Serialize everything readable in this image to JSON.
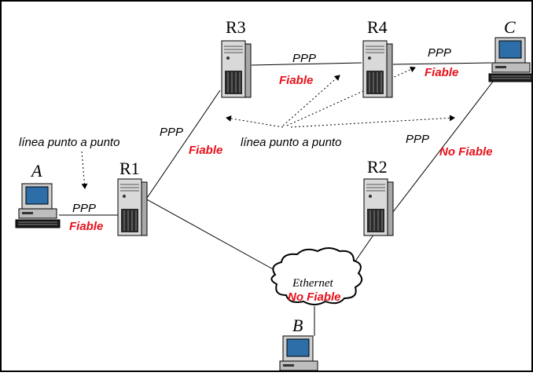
{
  "routers": {
    "r1": "R1",
    "r2": "R2",
    "r3": "R3",
    "r4": "R4"
  },
  "hosts": {
    "a": "A",
    "b": "B",
    "c": "C"
  },
  "links": {
    "a_r1": {
      "protocol": "PPP",
      "reliability": "Fiable"
    },
    "r1_r3": {
      "protocol": "PPP",
      "reliability": "Fiable"
    },
    "r3_r4": {
      "protocol": "PPP",
      "reliability": "Fiable"
    },
    "r4_c": {
      "protocol": "PPP",
      "reliability": "Fiable"
    },
    "r2_c": {
      "protocol": "PPP",
      "reliability": "No Fiable"
    }
  },
  "ethernet": {
    "name": "Ethernet",
    "reliability": "No Fiable"
  },
  "notes": {
    "left": "línea punto a punto",
    "center": "línea punto a punto"
  },
  "colors": {
    "reliability": "#e8101a",
    "border": "#000000"
  }
}
